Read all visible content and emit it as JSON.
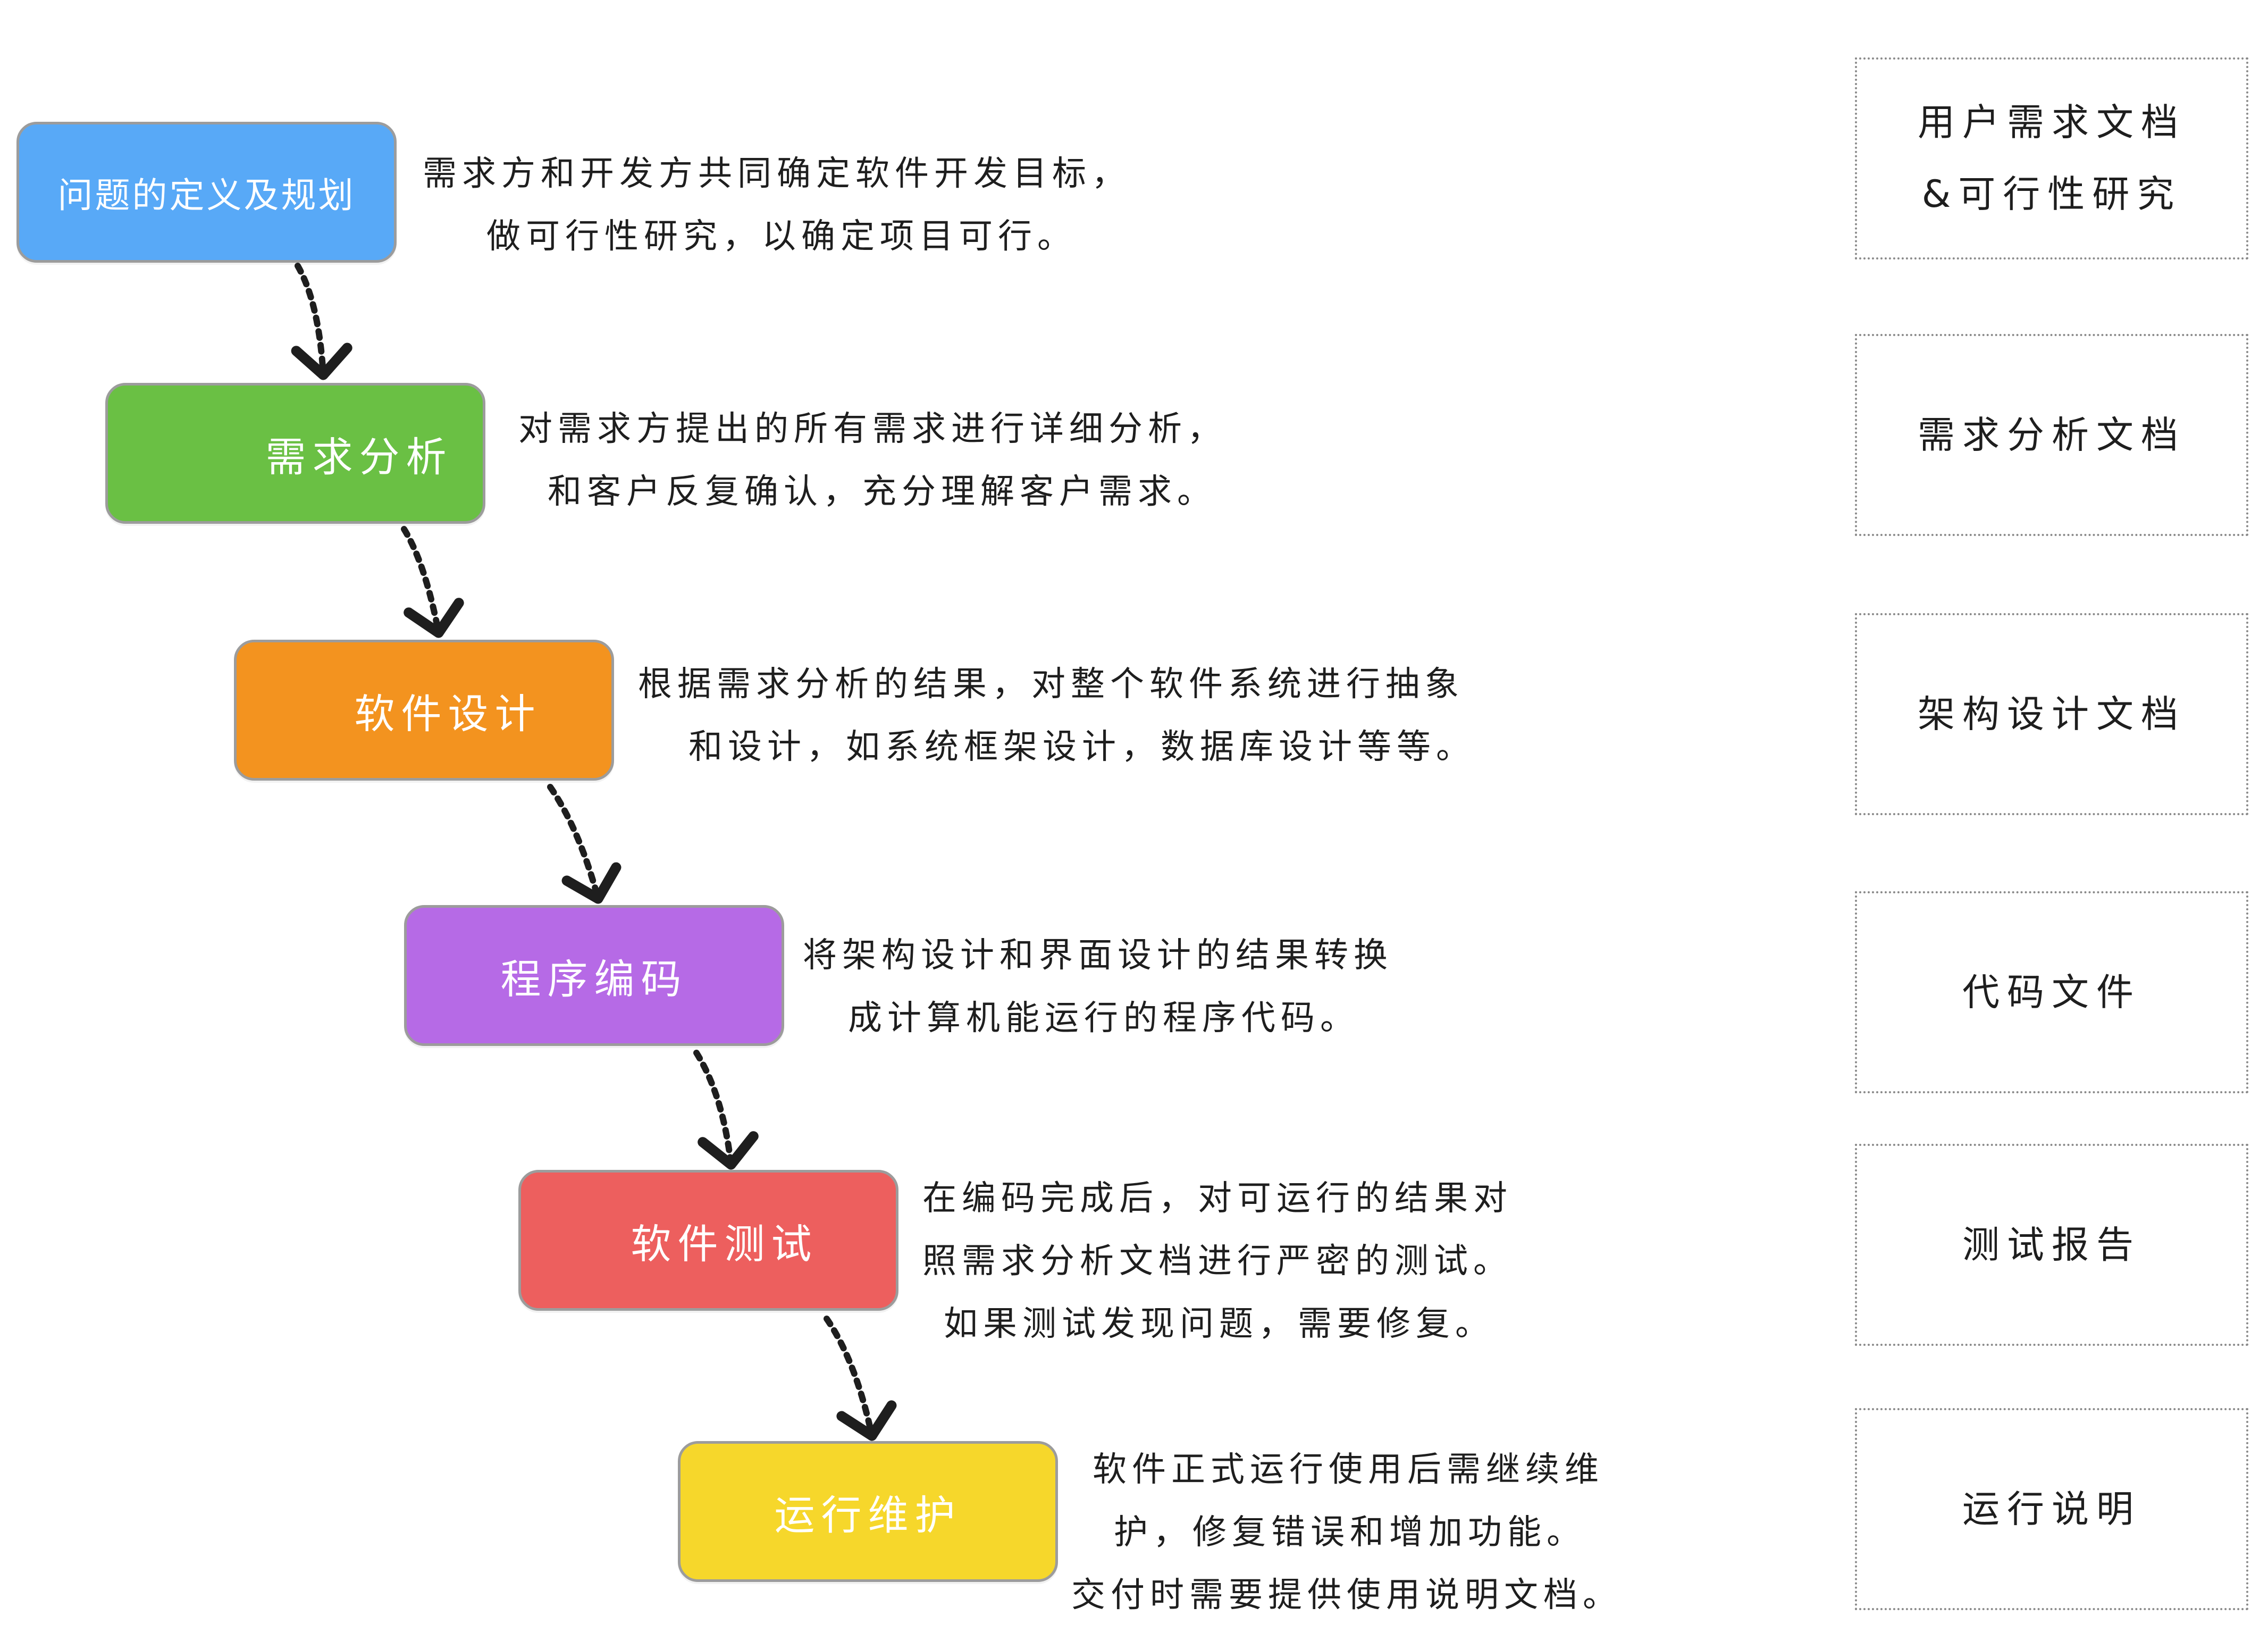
{
  "colors": {
    "stage1": "#58a9f7",
    "stage2": "#6ac044",
    "stage3": "#f3931f",
    "stage4": "#b66ae6",
    "stage5": "#ed5f5e",
    "stage6": "#f6d72b",
    "arrow": "#1e1e1e",
    "doc_border": "#8a8a8a"
  },
  "stages": [
    {
      "label": "问题的定义及规划",
      "desc": [
        "需求方和开发方共同确定软件开发目标，",
        "做可行性研究，以确定项目可行。"
      ],
      "doc": [
        "用户需求文档",
        "&可行性研究"
      ]
    },
    {
      "label": "需求分析",
      "desc": [
        "对需求方提出的所有需求进行详细分析，",
        "和客户反复确认，充分理解客户需求。"
      ],
      "doc": [
        "需求分析文档"
      ]
    },
    {
      "label": "软件设计",
      "desc": [
        "根据需求分析的结果，对整个软件系统进行抽象",
        "和设计，如系统框架设计，数据库设计等等。"
      ],
      "doc": [
        "架构设计文档"
      ]
    },
    {
      "label": "程序编码",
      "desc": [
        "将架构设计和界面设计的结果转换",
        "成计算机能运行的程序代码。"
      ],
      "doc": [
        "代码文件"
      ]
    },
    {
      "label": "软件测试",
      "desc": [
        "在编码完成后，对可运行的结果对",
        "照需求分析文档进行严密的测试。",
        "如果测试发现问题，需要修复。"
      ],
      "doc": [
        "测试报告"
      ]
    },
    {
      "label": "运行维护",
      "desc": [
        "软件正式运行使用后需继续维",
        "护，修复错误和增加功能。",
        "交付时需要提供使用说明文档。"
      ],
      "doc": [
        "运行说明"
      ]
    }
  ]
}
